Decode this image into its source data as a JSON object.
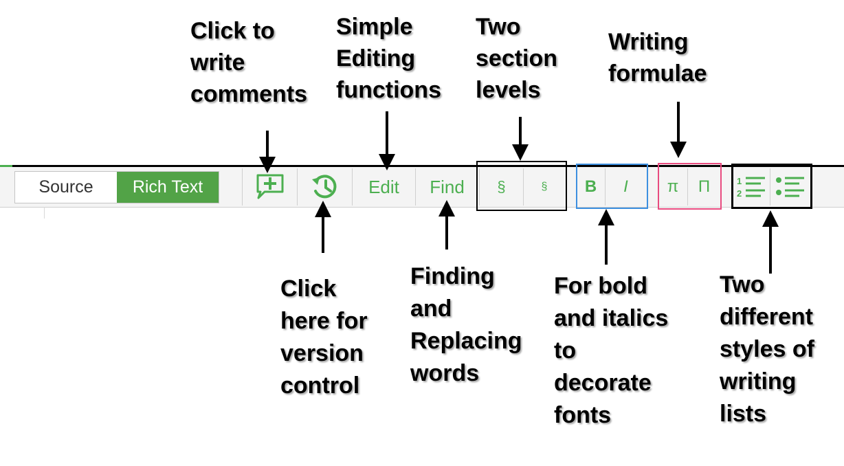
{
  "toolbar": {
    "mode_source": "Source",
    "mode_rich_text": "Rich Text",
    "comment_icon": "add-comment-icon",
    "history_icon": "history-icon",
    "edit_label": "Edit",
    "find_label": "Find",
    "section_label": "§",
    "subsection_label": "§",
    "bold_label": "B",
    "italic_label": "I",
    "inline_formula_label": "π",
    "display_formula_label": "Π",
    "numbered_list_icon": "numbered-list-icon",
    "bulleted_list_icon": "bulleted-list-icon"
  },
  "annotations": {
    "comments": [
      "Click to",
      "write",
      "comments"
    ],
    "editing": [
      "Simple",
      "Editing",
      "functions"
    ],
    "sections": [
      "Two",
      "section",
      "levels"
    ],
    "formulae": [
      "Writing",
      "formulae"
    ],
    "version": [
      "Click",
      "here for",
      "version",
      "control"
    ],
    "find": [
      "Finding",
      "and",
      "Replacing",
      "words"
    ],
    "bold": [
      "For bold",
      "and italics",
      "to",
      "decorate",
      "fonts"
    ],
    "lists": [
      "Two",
      "different",
      "styles of",
      "writing",
      "lists"
    ]
  },
  "colors": {
    "accent_green": "#4caf50",
    "active_green": "#52a347",
    "bold_italic_box": "#3d8fe0",
    "formula_box": "#e84a7f",
    "section_box": "#000000",
    "list_box": "#000000"
  }
}
